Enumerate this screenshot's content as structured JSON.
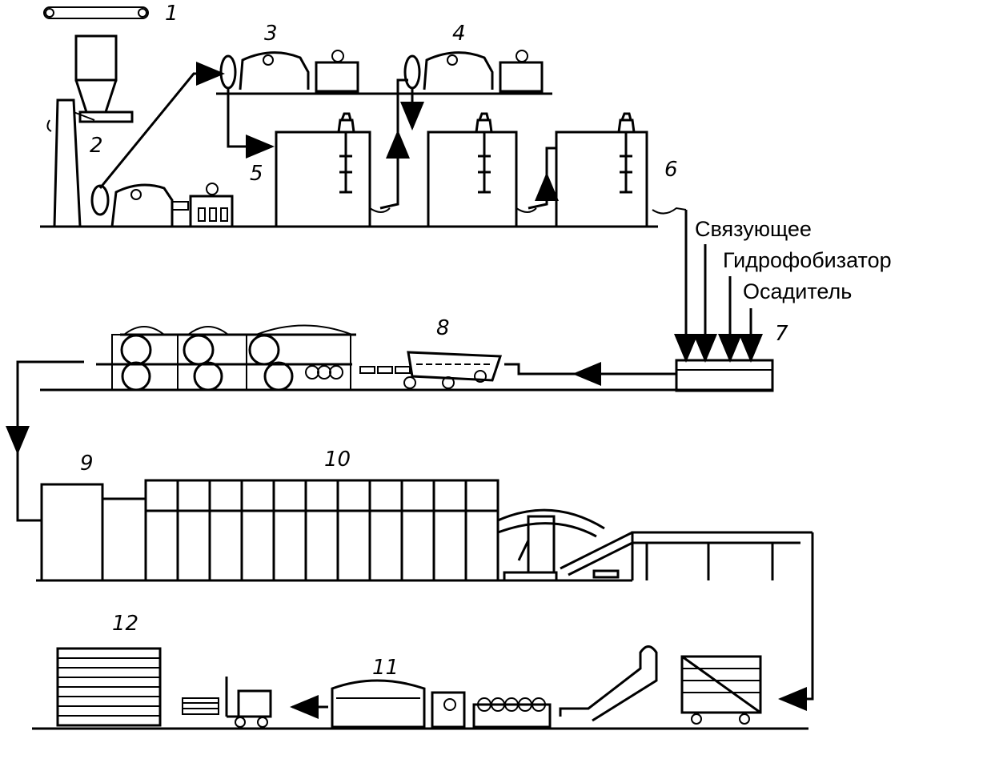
{
  "title": "Технологическая схема производства",
  "labels": {
    "n1": "1",
    "n2": "2",
    "n3": "3",
    "n4": "4",
    "n5": "5",
    "n6": "6",
    "n7": "7",
    "n8": "8",
    "n9": "9",
    "n10": "10",
    "n11": "11",
    "n12": "12"
  },
  "inputs": [
    "Связующее",
    "Гидрофобизатор",
    "Осадитель"
  ],
  "colors": {
    "line": "#000000",
    "background": "#ffffff"
  }
}
